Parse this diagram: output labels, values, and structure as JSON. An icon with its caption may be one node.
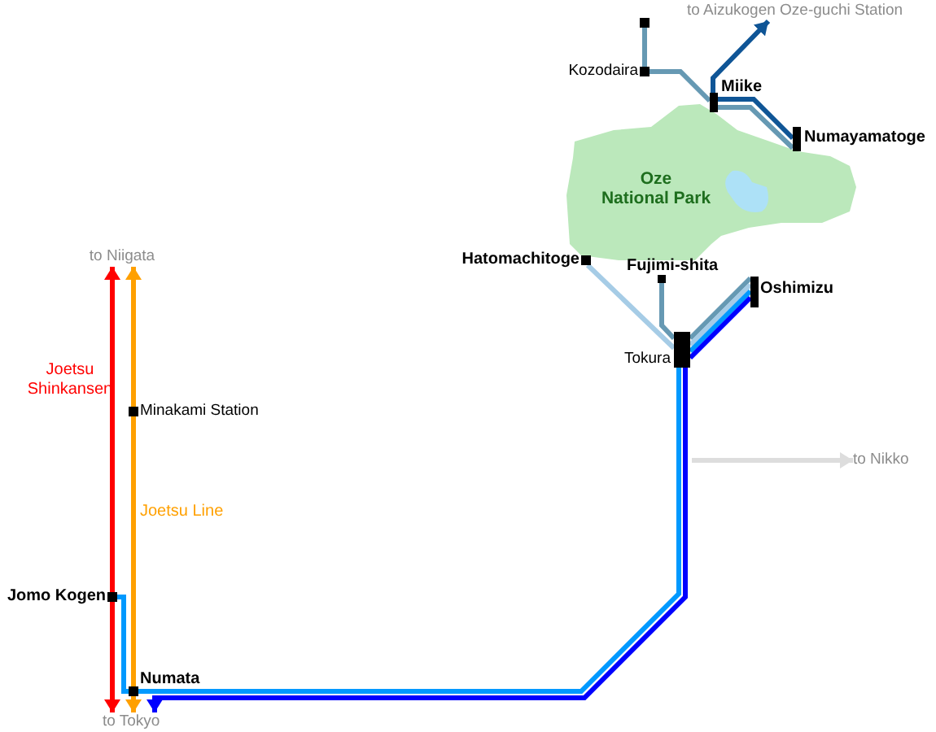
{
  "diagram": {
    "nodes": [
      {
        "text": [
          "to Aizukogen Oze-guchi Station"
        ]
      },
      {
        "text": [],
        "shape": "box"
      },
      {
        "text": [
          "Kozodaira"
        ]
      },
      {
        "text": [
          "Miike"
        ]
      },
      {
        "text": [
          "Numayamatoge"
        ]
      },
      {
        "text": [
          "Oze National Park"
        ]
      },
      {
        "text": [
          "to Niigata"
        ]
      },
      {
        "text": [
          "Hatomachitoge"
        ]
      },
      {
        "text": [
          "Fujimi-shita"
        ]
      },
      {
        "text": [
          "Oshimizu"
        ]
      },
      {
        "text": [
          "Tokura"
        ]
      },
      {
        "text": [
          "Minakami Station"
        ]
      },
      {
        "text": [
          "to Nikko"
        ]
      },
      {
        "text": [
          "Jomo Kogen"
        ]
      },
      {
        "text": [
          "Numata"
        ]
      },
      {
        "text": [
          "to Tokyo"
        ]
      }
    ],
    "edges": [
      {
        "from": 13,
        "to": 6,
        "arrow": "to",
        "color": "#ff0000"
      },
      {
        "from": 13,
        "to": 15,
        "arrow": "to",
        "color": "#ff0000"
      },
      {
        "from": 11,
        "to": 6,
        "arrow": "to",
        "color": "#ffa000"
      },
      {
        "from": 11,
        "to": 14,
        "arrow": "none",
        "color": "#ffa000"
      },
      {
        "from": 14,
        "to": 15,
        "arrow": "to",
        "color": "#ffa000"
      },
      {
        "from": 13,
        "to": 14,
        "arrow": "none",
        "color": "#0099ff"
      },
      {
        "from": 14,
        "to": 10,
        "arrow": "none",
        "color": "#0099ff"
      },
      {
        "from": 10,
        "to": 15,
        "arrow": "to",
        "color": "#0000ff"
      },
      {
        "from": 7,
        "to": 10,
        "arrow": "none",
        "color": "#a6cce6"
      },
      {
        "from": 8,
        "to": 10,
        "arrow": "none",
        "color": "#6699b3"
      },
      {
        "from": 10,
        "to": 9,
        "arrow": "none",
        "color": "#6699b3"
      },
      {
        "from": 10,
        "to": 9,
        "arrow": "none",
        "color": "#a6cce6"
      },
      {
        "from": 10,
        "to": 9,
        "arrow": "none",
        "color": "#0099ff"
      },
      {
        "from": 10,
        "to": 9,
        "arrow": "none",
        "color": "#0000ff"
      },
      {
        "from": 1,
        "to": 2,
        "arrow": "none",
        "color": "#6699b3"
      },
      {
        "from": 2,
        "to": 3,
        "arrow": "none",
        "color": "#6699b3"
      },
      {
        "from": 3,
        "to": 4,
        "arrow": "none",
        "color": "#6699b3"
      },
      {
        "from": 3,
        "to": 4,
        "arrow": "none",
        "color": "#0f5596"
      },
      {
        "from": 3,
        "to": 0,
        "arrow": "to",
        "color": "#0f5596"
      },
      {
        "from": null,
        "to": 12,
        "arrow": "to",
        "color": "#dddddd"
      }
    ],
    "labels": [
      "Joetsu Shinkansen",
      "Joetsu Line"
    ]
  }
}
